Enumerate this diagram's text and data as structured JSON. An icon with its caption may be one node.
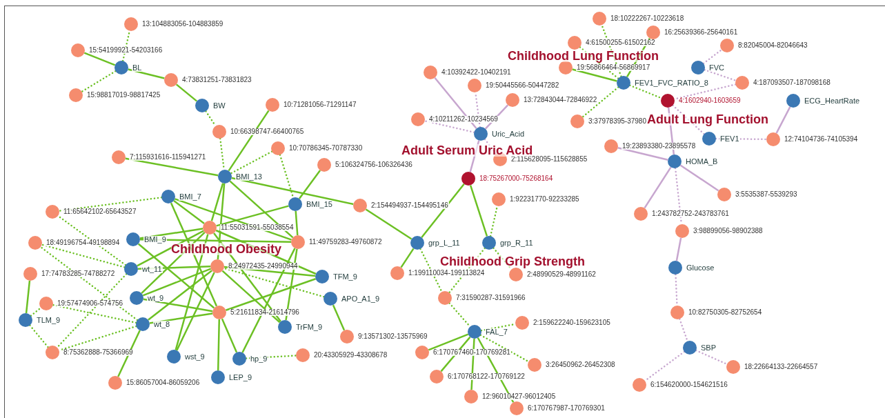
{
  "diagram": {
    "nodes": [
      {
        "text": [],
        "shape": "circle",
        "beside": [
          "13:104883056-104883859"
        ]
      },
      {
        "text": [],
        "shape": "circle",
        "beside": [
          "15:54199921-54203166"
        ]
      },
      {
        "text": [],
        "shape": "circle",
        "beside": [
          "BL"
        ]
      },
      {
        "text": [],
        "shape": "circle",
        "beside": [
          "4:73831251-73831823"
        ]
      },
      {
        "text": [],
        "shape": "circle",
        "beside": [
          "15:98817019-98817425"
        ]
      },
      {
        "text": [],
        "shape": "circle",
        "beside": [
          "BW"
        ]
      },
      {
        "text": [],
        "shape": "circle",
        "beside": [
          "10:71281056-71291147"
        ]
      },
      {
        "text": [],
        "shape": "circle",
        "beside": [
          "10:66398747-66400765"
        ]
      },
      {
        "text": [],
        "shape": "circle",
        "beside": [
          "10:70786345-70787330"
        ]
      },
      {
        "text": [],
        "shape": "circle",
        "beside": [
          "7:115931616-115941271"
        ]
      },
      {
        "text": [],
        "shape": "circle",
        "beside": [
          "5:106324756-106326436"
        ]
      },
      {
        "text": [],
        "shape": "circle",
        "beside": [
          "BMI_13"
        ]
      },
      {
        "text": [],
        "shape": "circle",
        "beside": [
          "BMI_7"
        ]
      },
      {
        "text": [],
        "shape": "circle",
        "beside": [
          "BMI_15"
        ]
      },
      {
        "text": [],
        "shape": "circle",
        "beside": [
          "2:154494937-154495146"
        ]
      },
      {
        "text": [],
        "shape": "circle",
        "beside": [
          "11:65642102-65643527"
        ]
      },
      {
        "text": [],
        "shape": "circle",
        "beside": [
          "11:55031591-55038554"
        ]
      },
      {
        "text": [],
        "shape": "circle",
        "beside": [
          "18:49196754-49198894"
        ]
      },
      {
        "text": [],
        "shape": "circle",
        "beside": [
          "BMI_9"
        ]
      },
      {
        "text": [],
        "shape": "circle",
        "beside": [
          "11:49759283-49760872"
        ]
      },
      {
        "text": [],
        "shape": "circle",
        "beside": [
          "8:24972435-24990944"
        ]
      },
      {
        "text": [],
        "shape": "circle",
        "beside": [
          "17:74783285-74788272"
        ]
      },
      {
        "text": [],
        "shape": "circle",
        "beside": [
          "wt_11"
        ]
      },
      {
        "text": [],
        "shape": "circle",
        "beside": [
          "TFM_9"
        ]
      },
      {
        "text": [],
        "shape": "circle",
        "beside": [
          "APO_A1_9"
        ]
      },
      {
        "text": [],
        "shape": "circle",
        "beside": [
          "wt_9"
        ]
      },
      {
        "text": [],
        "shape": "circle",
        "beside": [
          "19:57474906-574756"
        ]
      },
      {
        "text": [],
        "shape": "circle",
        "beside": [
          "5:21611834-21614796"
        ]
      },
      {
        "text": [],
        "shape": "circle",
        "beside": [
          "TLM_9"
        ]
      },
      {
        "text": [],
        "shape": "circle",
        "beside": [
          "wt_8"
        ]
      },
      {
        "text": [],
        "shape": "circle",
        "beside": [
          "TrFM_9"
        ]
      },
      {
        "text": [],
        "shape": "circle",
        "beside": [
          "9:13571302-13575969"
        ]
      },
      {
        "text": [],
        "shape": "circle",
        "beside": [
          "8:75362888-75366969"
        ]
      },
      {
        "text": [],
        "shape": "circle",
        "beside": [
          "wst_9"
        ]
      },
      {
        "text": [],
        "shape": "circle",
        "beside": [
          "hp_9"
        ]
      },
      {
        "text": [],
        "shape": "circle",
        "beside": [
          "20:43305929-43308678"
        ]
      },
      {
        "text": [],
        "shape": "circle",
        "beside": [
          "LEP_9"
        ]
      },
      {
        "text": [],
        "shape": "circle",
        "beside": [
          "15:86057004-86059206"
        ]
      },
      {
        "text": [],
        "shape": "circle",
        "beside": [
          "4:10392422-10402191"
        ]
      },
      {
        "text": [],
        "shape": "circle",
        "beside": [
          "19:50445566-50447282"
        ]
      },
      {
        "text": [],
        "shape": "circle",
        "beside": [
          "13:72843044-72846922"
        ]
      },
      {
        "text": [],
        "shape": "circle",
        "beside": [
          "4:10211262-10234569"
        ]
      },
      {
        "text": [],
        "shape": "circle",
        "beside": [
          "Uric_Acid"
        ]
      },
      {
        "text": [],
        "shape": "circle",
        "beside": [
          "2:115628095-115628855"
        ]
      },
      {
        "text": [],
        "shape": "circle",
        "beside": [
          "18:75267000-75268164"
        ]
      },
      {
        "text": [],
        "shape": "circle",
        "beside": [
          "1:92231770-92233285"
        ]
      },
      {
        "text": [],
        "shape": "circle",
        "beside": [
          "grp_L_11"
        ]
      },
      {
        "text": [],
        "shape": "circle",
        "beside": [
          "grp_R_11"
        ]
      },
      {
        "text": [],
        "shape": "circle",
        "beside": [
          "1:199110034-199113824"
        ]
      },
      {
        "text": [],
        "shape": "circle",
        "beside": [
          "2:48990529-48991162"
        ]
      },
      {
        "text": [],
        "shape": "circle",
        "beside": [
          "7:31590287-31591966"
        ]
      },
      {
        "text": [],
        "shape": "circle",
        "beside": [
          "2:159622240-159623105"
        ]
      },
      {
        "text": [],
        "shape": "circle",
        "beside": [
          "FAL_7"
        ]
      },
      {
        "text": [],
        "shape": "circle",
        "beside": [
          "6:170767460-170769281"
        ]
      },
      {
        "text": [],
        "shape": "circle",
        "beside": [
          "3:26450962-26452308"
        ]
      },
      {
        "text": [],
        "shape": "circle",
        "beside": [
          "6:170768122-170769122"
        ]
      },
      {
        "text": [],
        "shape": "circle",
        "beside": [
          "12:96010427-96012405"
        ]
      },
      {
        "text": [],
        "shape": "circle",
        "beside": [
          "6:170767987-170769301"
        ]
      },
      {
        "text": [],
        "shape": "circle",
        "beside": [
          "18:10222267-10223618"
        ]
      },
      {
        "text": [],
        "shape": "circle",
        "beside": [
          "16:25639366-25640161"
        ]
      },
      {
        "text": [],
        "shape": "circle",
        "beside": [
          "4:61500255-61502162"
        ]
      },
      {
        "text": [],
        "shape": "circle",
        "beside": [
          "8:82045004-82046643"
        ]
      },
      {
        "text": [],
        "shape": "circle",
        "beside": [
          "19:56866464-56869917"
        ]
      },
      {
        "text": [],
        "shape": "circle",
        "beside": [
          "FVC"
        ]
      },
      {
        "text": [],
        "shape": "circle",
        "beside": [
          "FEV1_FVC_RATIO_8"
        ]
      },
      {
        "text": [],
        "shape": "circle",
        "beside": [
          "4:187093507-187098168"
        ]
      },
      {
        "text": [],
        "shape": "circle",
        "beside": [
          "4:1602940-1603659"
        ]
      },
      {
        "text": [],
        "shape": "circle",
        "beside": [
          "ECG_HeartRate"
        ]
      },
      {
        "text": [],
        "shape": "circle",
        "beside": [
          "3:37978395-37980"
        ]
      },
      {
        "text": [],
        "shape": "circle",
        "beside": [
          "FEV1"
        ]
      },
      {
        "text": [],
        "shape": "circle",
        "beside": [
          "12:74104736-74105394"
        ]
      },
      {
        "text": [],
        "shape": "circle",
        "beside": [
          "19:23893380-23895578"
        ]
      },
      {
        "text": [],
        "shape": "circle",
        "beside": [
          "HOMA_B"
        ]
      },
      {
        "text": [],
        "shape": "circle",
        "beside": [
          "3:5535387-5539293"
        ]
      },
      {
        "text": [],
        "shape": "circle",
        "beside": [
          "1:243782752-243783761"
        ]
      },
      {
        "text": [],
        "shape": "circle",
        "beside": [
          "3:98899056-98902388"
        ]
      },
      {
        "text": [],
        "shape": "circle",
        "beside": [
          "Glucose"
        ]
      },
      {
        "text": [],
        "shape": "circle",
        "beside": [
          "10:82750305-82752654"
        ]
      },
      {
        "text": [],
        "shape": "circle",
        "beside": [
          "SBP"
        ]
      },
      {
        "text": [],
        "shape": "circle",
        "beside": [
          "18:22664133-22664557"
        ]
      },
      {
        "text": [],
        "shape": "circle",
        "beside": [
          "6:154620000-154621516"
        ]
      }
    ],
    "edges": [
      {
        "from": 2,
        "to": 0,
        "arrow": "none",
        "style": "dashed"
      },
      {
        "from": 2,
        "to": 1,
        "arrow": "none"
      },
      {
        "from": 2,
        "to": 4,
        "arrow": "none",
        "style": "dashed"
      },
      {
        "from": 2,
        "to": 3,
        "arrow": "none"
      },
      {
        "from": 3,
        "to": 5,
        "arrow": "none"
      },
      {
        "from": 5,
        "to": 7,
        "arrow": "none",
        "style": "dashed"
      },
      {
        "from": 7,
        "to": 11,
        "arrow": "none",
        "style": "dashed"
      },
      {
        "from": 6,
        "to": 11,
        "arrow": "none"
      },
      {
        "from": 8,
        "to": 11,
        "arrow": "none",
        "style": "dashed"
      },
      {
        "from": 9,
        "to": 11,
        "arrow": "none"
      },
      {
        "from": 8,
        "to": 13,
        "arrow": "none",
        "style": "dashed"
      },
      {
        "from": 10,
        "to": 13,
        "arrow": "none"
      },
      {
        "from": 11,
        "to": 14,
        "arrow": "none"
      },
      {
        "from": 12,
        "to": 15,
        "arrow": "none",
        "style": "dashed"
      },
      {
        "from": 11,
        "to": 16,
        "arrow": "none"
      },
      {
        "from": 11,
        "to": 20,
        "arrow": "none"
      },
      {
        "from": 11,
        "to": 19,
        "arrow": "none"
      },
      {
        "from": 12,
        "to": 16,
        "arrow": "none"
      },
      {
        "from": 12,
        "to": 19,
        "arrow": "none"
      },
      {
        "from": 12,
        "to": 27,
        "arrow": "none"
      },
      {
        "from": 13,
        "to": 16,
        "arrow": "none"
      },
      {
        "from": 13,
        "to": 19,
        "arrow": "none"
      },
      {
        "from": 18,
        "to": 16,
        "arrow": "none"
      },
      {
        "from": 18,
        "to": 19,
        "arrow": "none"
      },
      {
        "from": 18,
        "to": 27,
        "arrow": "none"
      },
      {
        "from": 22,
        "to": 16,
        "arrow": "none"
      },
      {
        "from": 22,
        "to": 20,
        "arrow": "none"
      },
      {
        "from": 22,
        "to": 15,
        "arrow": "none",
        "style": "dashed"
      },
      {
        "from": 22,
        "to": 17,
        "arrow": "none",
        "style": "dashed"
      },
      {
        "from": 22,
        "to": 32,
        "arrow": "none",
        "style": "dashed"
      },
      {
        "from": 25,
        "to": 16,
        "arrow": "none"
      },
      {
        "from": 25,
        "to": 20,
        "arrow": "none"
      },
      {
        "from": 25,
        "to": 27,
        "arrow": "none"
      },
      {
        "from": 29,
        "to": 20,
        "arrow": "none"
      },
      {
        "from": 29,
        "to": 27,
        "arrow": "none"
      },
      {
        "from": 29,
        "to": 37,
        "arrow": "none"
      },
      {
        "from": 29,
        "to": 17,
        "arrow": "none",
        "style": "dashed"
      },
      {
        "from": 29,
        "to": 26,
        "arrow": "none",
        "style": "dashed"
      },
      {
        "from": 29,
        "to": 32,
        "arrow": "none",
        "style": "dashed"
      },
      {
        "from": 23,
        "to": 16,
        "arrow": "none"
      },
      {
        "from": 23,
        "to": 20,
        "arrow": "none"
      },
      {
        "from": 23,
        "to": 27,
        "arrow": "none"
      },
      {
        "from": 30,
        "to": 20,
        "arrow": "none"
      },
      {
        "from": 30,
        "to": 19,
        "arrow": "none"
      },
      {
        "from": 30,
        "to": 16,
        "arrow": "none"
      },
      {
        "from": 33,
        "to": 20,
        "arrow": "none"
      },
      {
        "from": 33,
        "to": 16,
        "arrow": "none"
      },
      {
        "from": 34,
        "to": 27,
        "arrow": "none"
      },
      {
        "from": 34,
        "to": 19,
        "arrow": "none"
      },
      {
        "from": 34,
        "to": 35,
        "arrow": "none",
        "style": "dashed"
      },
      {
        "from": 36,
        "to": 27,
        "arrow": "none"
      },
      {
        "from": 24,
        "to": 20,
        "arrow": "none",
        "style": "dashed"
      },
      {
        "from": 24,
        "to": 31,
        "arrow": "none"
      },
      {
        "from": 28,
        "to": 21,
        "arrow": "none"
      },
      {
        "from": 28,
        "to": 26,
        "arrow": "none",
        "style": "dashed"
      },
      {
        "from": 28,
        "to": 32,
        "arrow": "none",
        "style": "dashed"
      },
      {
        "from": 14,
        "to": 46,
        "arrow": "none"
      },
      {
        "from": 44,
        "to": 42,
        "arrow": "none",
        "color": "#c7a6cf"
      },
      {
        "from": 44,
        "to": 46,
        "arrow": "none"
      },
      {
        "from": 44,
        "to": 47,
        "arrow": "none"
      },
      {
        "from": 42,
        "to": 38,
        "arrow": "none",
        "color": "#c7a6cf"
      },
      {
        "from": 42,
        "to": 39,
        "arrow": "none",
        "style": "dashed",
        "color": "#c7a6cf"
      },
      {
        "from": 42,
        "to": 40,
        "arrow": "none",
        "color": "#c7a6cf"
      },
      {
        "from": 42,
        "to": 41,
        "arrow": "none",
        "style": "dashed",
        "color": "#c7a6cf"
      },
      {
        "from": 42,
        "to": 43,
        "arrow": "none",
        "style": "dashed",
        "color": "#c7a6cf"
      },
      {
        "from": 47,
        "to": 45,
        "arrow": "none",
        "style": "dashed"
      },
      {
        "from": 47,
        "to": 49,
        "arrow": "none",
        "style": "dashed"
      },
      {
        "from": 47,
        "to": 50,
        "arrow": "none",
        "style": "dashed"
      },
      {
        "from": 46,
        "to": 48,
        "arrow": "none"
      },
      {
        "from": 46,
        "to": 50,
        "arrow": "none",
        "style": "dashed"
      },
      {
        "from": 50,
        "to": 52,
        "arrow": "none",
        "style": "dashed"
      },
      {
        "from": 52,
        "to": 51,
        "arrow": "none",
        "style": "dashed"
      },
      {
        "from": 52,
        "to": 53,
        "arrow": "none"
      },
      {
        "from": 52,
        "to": 54,
        "arrow": "none",
        "style": "dashed"
      },
      {
        "from": 52,
        "to": 55,
        "arrow": "none"
      },
      {
        "from": 52,
        "to": 56,
        "arrow": "none"
      },
      {
        "from": 52,
        "to": 57,
        "arrow": "none"
      },
      {
        "from": 64,
        "to": 58,
        "arrow": "none",
        "style": "dashed"
      },
      {
        "from": 64,
        "to": 59,
        "arrow": "none"
      },
      {
        "from": 64,
        "to": 60,
        "arrow": "none",
        "style": "dashed"
      },
      {
        "from": 64,
        "to": 62,
        "arrow": "none"
      },
      {
        "from": 64,
        "to": 68,
        "arrow": "none",
        "style": "dashed"
      },
      {
        "from": 64,
        "to": 66,
        "arrow": "none",
        "style": "dashed"
      },
      {
        "from": 63,
        "to": 61,
        "arrow": "none",
        "style": "dashed",
        "color": "#c7a6cf"
      },
      {
        "from": 63,
        "to": 65,
        "arrow": "none",
        "style": "dashed",
        "color": "#c7a6cf"
      },
      {
        "from": 65,
        "to": 66,
        "arrow": "none",
        "style": "dashed",
        "color": "#c7a6cf"
      },
      {
        "from": 66,
        "to": 69,
        "arrow": "none",
        "style": "dashed",
        "color": "#c7a6cf"
      },
      {
        "from": 66,
        "to": 72,
        "arrow": "none",
        "color": "#c7a6cf"
      },
      {
        "from": 69,
        "to": 70,
        "arrow": "none",
        "style": "dashed",
        "color": "#c7a6cf"
      },
      {
        "from": 67,
        "to": 70,
        "arrow": "none",
        "color": "#c7a6cf"
      },
      {
        "from": 72,
        "to": 71,
        "arrow": "none",
        "color": "#c7a6cf"
      },
      {
        "from": 72,
        "to": 73,
        "arrow": "none",
        "color": "#c7a6cf"
      },
      {
        "from": 72,
        "to": 74,
        "arrow": "none",
        "color": "#c7a6cf"
      },
      {
        "from": 72,
        "to": 75,
        "arrow": "none",
        "style": "dashed",
        "color": "#c7a6cf"
      },
      {
        "from": 75,
        "to": 76,
        "arrow": "none",
        "color": "#c7a6cf"
      },
      {
        "from": 76,
        "to": 77,
        "arrow": "none",
        "style": "dashed",
        "color": "#c7a6cf"
      },
      {
        "from": 77,
        "to": 78,
        "arrow": "none",
        "style": "dashed",
        "color": "#c7a6cf"
      },
      {
        "from": 78,
        "to": 79,
        "arrow": "none",
        "style": "dashed",
        "color": "#c7a6cf"
      },
      {
        "from": 78,
        "to": 80,
        "arrow": "none",
        "style": "dashed",
        "color": "#c7a6cf"
      }
    ],
    "labels": [
      "Childhood Lung Function",
      "Adult Lung Function",
      "Adult Serum Uric Acid",
      "Childhood Obesity",
      "Childhood Grip Strength"
    ]
  }
}
